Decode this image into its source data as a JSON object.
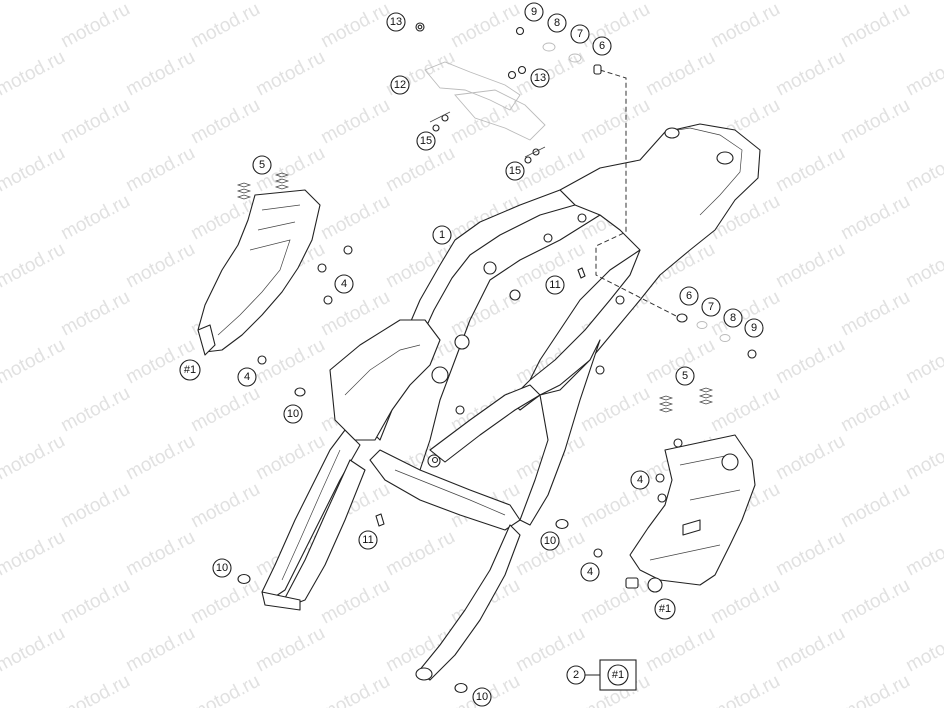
{
  "watermark": "motod.ru",
  "callouts": {
    "c13a": "13",
    "c9a": "9",
    "c8a": "8",
    "c7a": "7",
    "c6a": "6",
    "c12": "12",
    "c13b": "13",
    "c15a": "15",
    "c15b": "15",
    "c5a": "5",
    "c1": "1",
    "c4a": "4",
    "c11a": "11",
    "c6b": "6",
    "c7b": "7",
    "c8b": "8",
    "c9b": "9",
    "c1a": "#1",
    "c4b": "4",
    "c10a": "10",
    "c5b": "5",
    "c4c": "4",
    "c11b": "11",
    "c10b": "10",
    "c10c": "10",
    "c4d": "4",
    "c1b": "#1",
    "c2": "2",
    "c10d": "10",
    "c1c": "#1"
  }
}
